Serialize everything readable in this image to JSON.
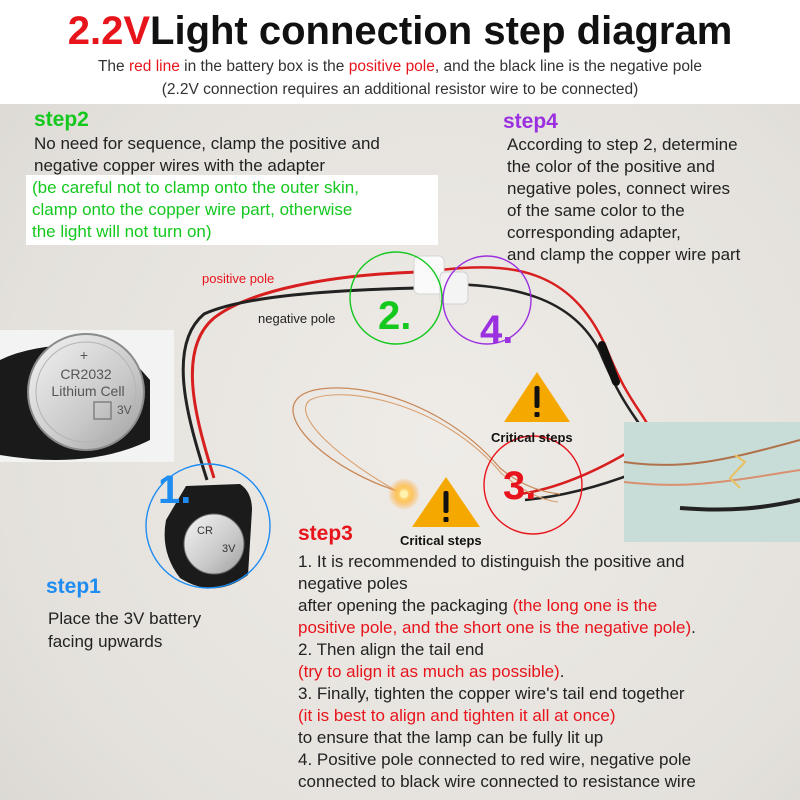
{
  "header": {
    "title_voltage": "2.2V",
    "title_rest": "Light connection step diagram",
    "subtitle": {
      "prefix": "The ",
      "red_line": "red line",
      "mid1": " in the battery box is the ",
      "positive_pole": "positive pole",
      "suffix": ", and the black line is the negative pole"
    },
    "note": "(2.2V connection requires an additional resistor wire to be connected)"
  },
  "step2": {
    "heading": "step2",
    "lines": [
      "No need for sequence, clamp the positive and",
      "negative copper wires with the adapter"
    ],
    "green_lines": [
      "(be careful not to clamp onto the outer skin,",
      "clamp onto the copper wire part, otherwise",
      "the light will not turn on)"
    ]
  },
  "step4": {
    "heading": "step4",
    "lines": [
      "According to step 2, determine",
      "the color of the positive and",
      "negative poles, connect wires",
      "of the same color to the",
      "corresponding adapter,",
      "and clamp the copper wire part"
    ]
  },
  "step1": {
    "heading": "step1",
    "lines": [
      "Place the 3V battery",
      "facing upwards"
    ]
  },
  "step3": {
    "heading": "step3",
    "l1": "1. It is recommended to distinguish the positive and",
    "l2": " negative poles",
    "l3a": "after opening the packaging ",
    "l3b": "(the long one is the",
    "l4": "positive pole, and the short one is the negative pole)",
    "l4dot": ".",
    "l5": "2. Then align the tail end",
    "l6": "(try to align it as much as possible)",
    "l6dot": ".",
    "l7": "3. Finally, tighten the copper wire's tail end together",
    "l8": "(it is best to align and tighten it all at once)",
    "l9": "to ensure that the lamp can be fully lit up",
    "l10": "4. Positive pole connected to red wire, negative pole",
    "l11": "connected to black wire connected to resistance wire"
  },
  "labels": {
    "positive_pole": "positive pole",
    "negative_pole": "negative pole",
    "critical1": "Critical steps",
    "critical2": "Critical steps",
    "num1": "1.",
    "num2": "2.",
    "num3": "3.",
    "num4": "4."
  },
  "battery": {
    "model": "CR2032",
    "type": "Lithium Cell",
    "voltage": "3V",
    "plus": "+",
    "small_model": "CR",
    "small_voltage": "3V"
  },
  "colors": {
    "red": "#e8141c",
    "green": "#14c81e",
    "purple": "#9b30e0",
    "blue": "#1e8cf0",
    "warning": "#f5a800"
  }
}
